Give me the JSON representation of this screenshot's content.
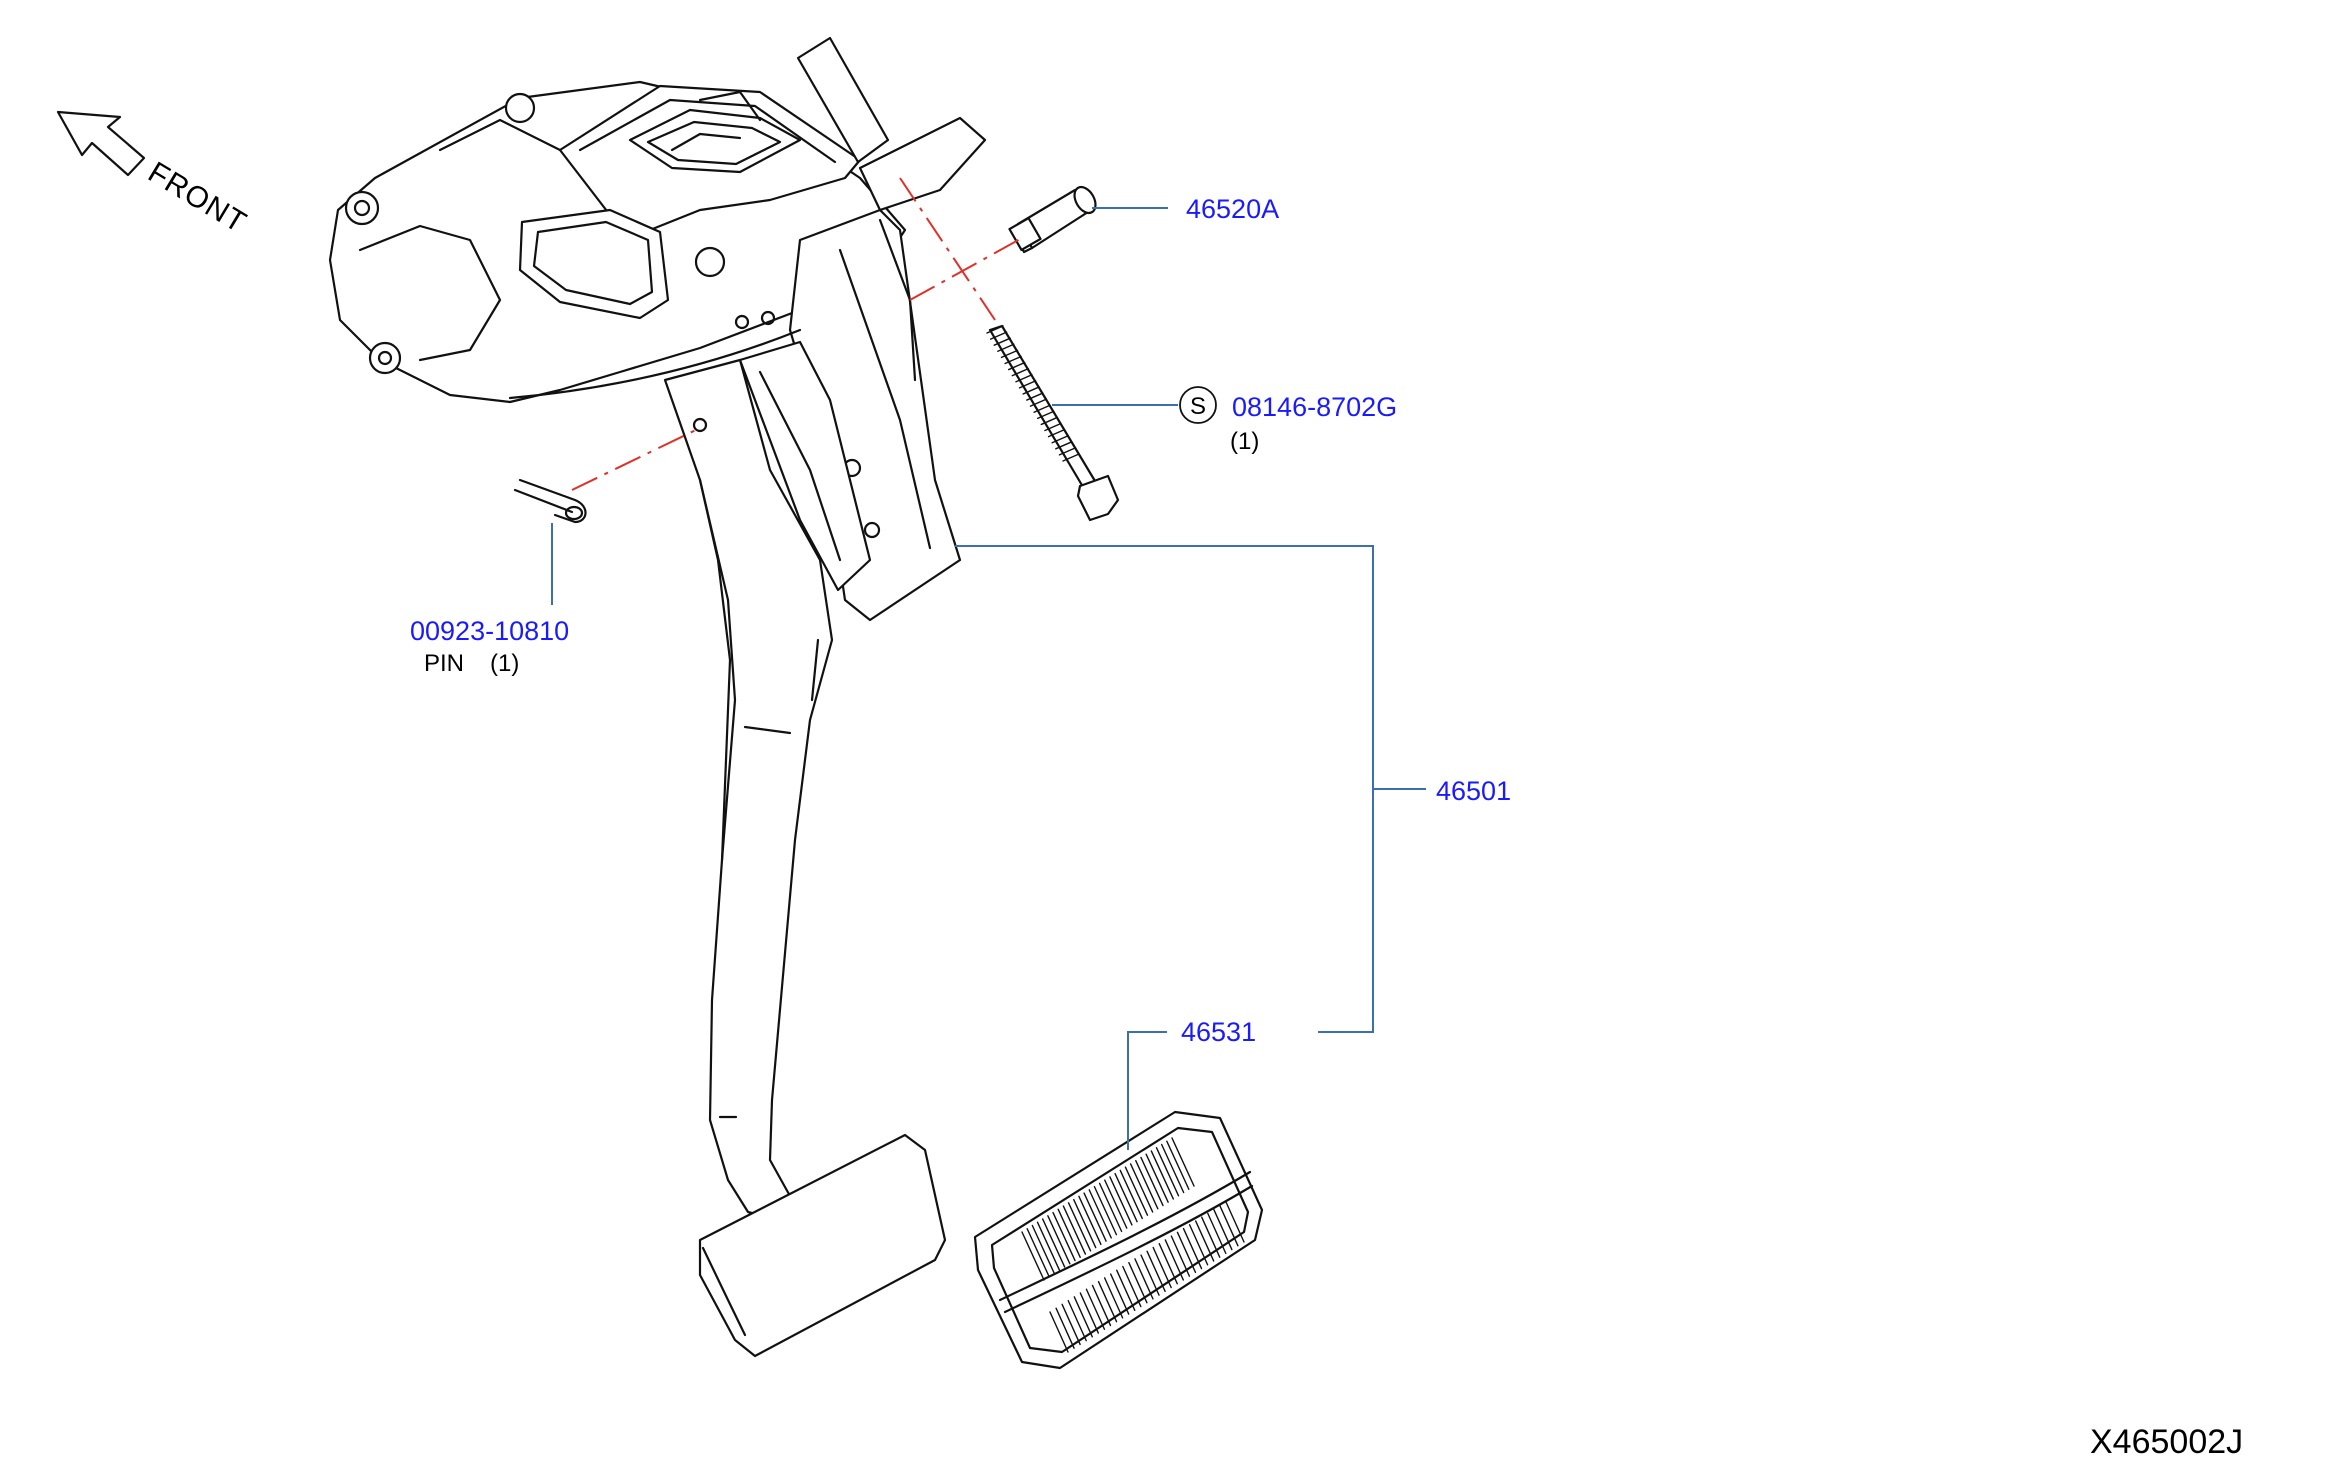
{
  "orientation": {
    "label": "FRONT"
  },
  "callouts": {
    "clevis_pin": {
      "part_no": "46520A"
    },
    "bolt": {
      "symbol": "S",
      "part_no": "08146-8702G",
      "qty": "(1)"
    },
    "pin": {
      "part_no": "00923-10810",
      "name": "PIN",
      "qty": "(1)"
    },
    "pedal_assembly": {
      "part_no": "46501"
    },
    "pedal_pad": {
      "part_no": "46531"
    }
  },
  "diagram_code": "X465002J",
  "colors": {
    "part_number": "#1a1aff",
    "leader_line": "#3b6fb0",
    "center_line": "#e0302a",
    "drawing": "#111111"
  }
}
